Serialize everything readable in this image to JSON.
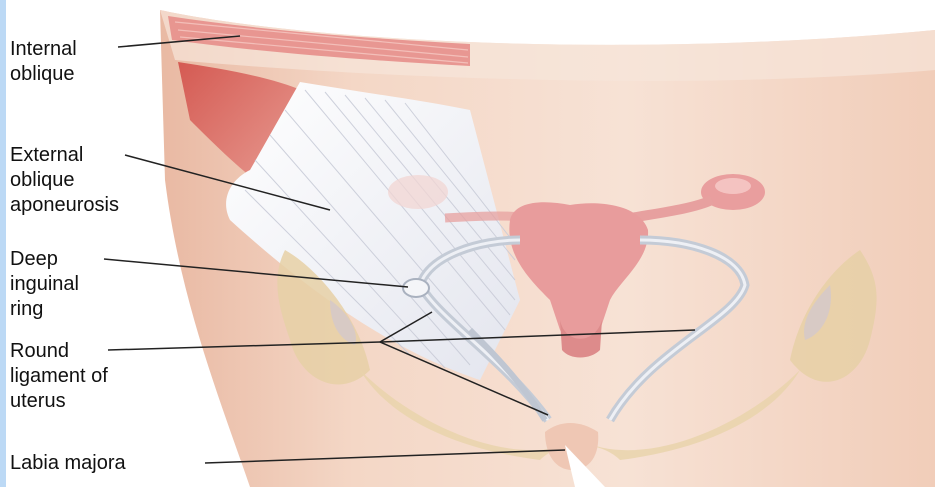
{
  "labels": {
    "internal_oblique": [
      "Internal",
      "oblique"
    ],
    "external_oblique_aponeurosis": [
      "External",
      "oblique",
      "aponeurosis"
    ],
    "deep_inguinal_ring": [
      "Deep",
      "inguinal",
      "ring"
    ],
    "round_ligament": [
      "Round",
      "ligament of",
      "uterus"
    ],
    "labia_majora": [
      "Labia majora"
    ]
  },
  "colors": {
    "skin": "#f2d4c2",
    "muscle": "#d9605a",
    "aponeurosis": "#f4f4f8",
    "uterus": "#ea9c9e",
    "bone": "#e8d2a6",
    "ligament": "#c9d0da",
    "edge_bar": "#bcd9f5"
  }
}
